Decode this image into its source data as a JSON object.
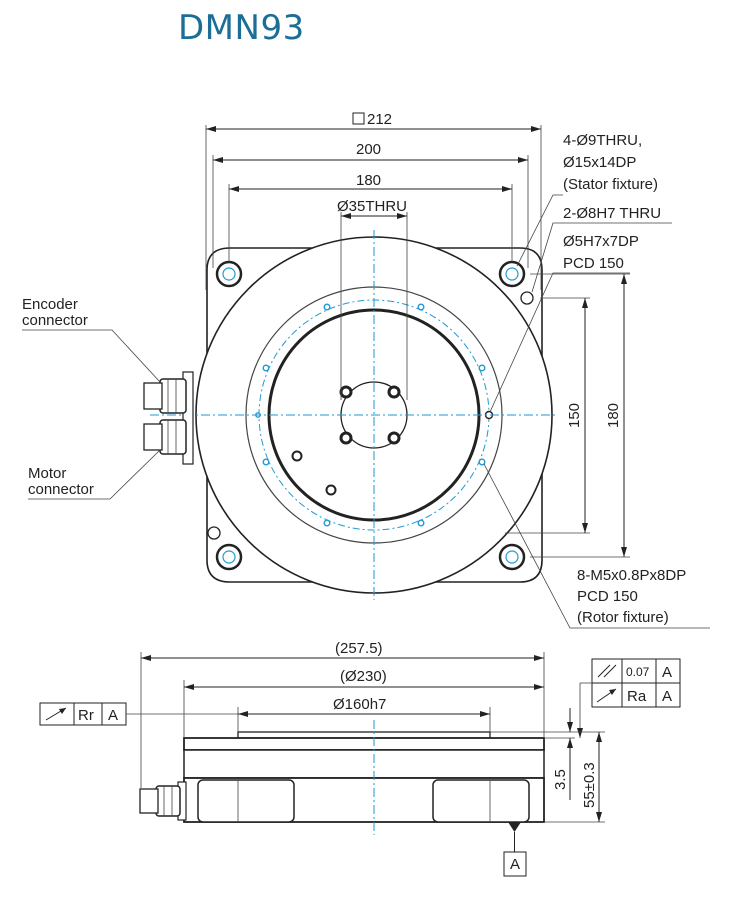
{
  "title": "DMN93",
  "top_view": {
    "dim_square": "212",
    "dim_200": "200",
    "dim_180_h": "180",
    "dim_bore": "Ø35THRU",
    "dim_150_v": "150",
    "dim_180_v": "180",
    "callout_stator": [
      "4-Ø9THRU,",
      "Ø15x14DP",
      "(Stator fixture)"
    ],
    "callout_2holes": "2-Ø8H7 THRU",
    "callout_pin": [
      "Ø5H7x7DP",
      "PCD 150"
    ],
    "callout_rotor": [
      "8-M5x0.8Px8DP",
      "PCD 150",
      "(Rotor fixture)"
    ],
    "encoder_label": [
      "Encoder",
      "connector"
    ],
    "motor_label": [
      "Motor",
      "connector"
    ]
  },
  "side_view": {
    "dim_257": "(257.5)",
    "dim_230": "(Ø230)",
    "dim_160": "Ø160h7",
    "dim_3_5": "3.5",
    "dim_55": "55±0.3",
    "datum": "A",
    "runout_left": {
      "symbol": "runout",
      "tol": "Rr",
      "datum": "A"
    },
    "fcf_right": [
      {
        "symbol": "parallelism",
        "tol": "0.07",
        "datum": "A"
      },
      {
        "symbol": "runout",
        "tol": "Ra",
        "datum": "A"
      }
    ]
  }
}
